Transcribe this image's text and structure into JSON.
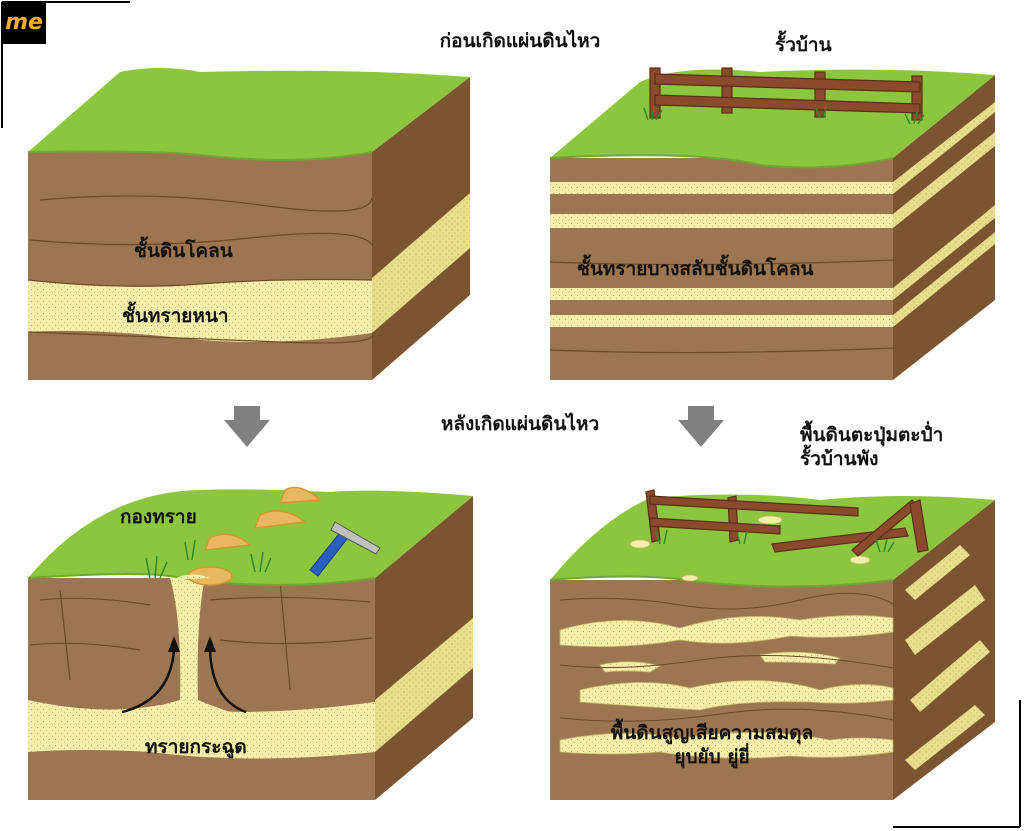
{
  "logo": {
    "text": "me"
  },
  "labels": {
    "before_title": "ก่อนเกิดแผ่นดินไหว",
    "after_title": "หลังเกิดแผ่นดินไหว",
    "fence": "รั้วบ้าน",
    "mud_layer": "ชั้นดินโคลน",
    "thick_sand": "ชั้นทรายหนา",
    "thin_sand_alt": "ชั้นทรายบางสลับชั้นดินโคลน",
    "sand_pile": "กองทราย",
    "sand_boil": "ทรายกระฉูด",
    "ground_bumpy_1": "พื้นดินตะปุ่มตะป่ำ",
    "ground_bumpy_2": "รั้วบ้านพัง",
    "lost_balance_1": "พื้นดินสูญเสียความสมดุล",
    "lost_balance_2": "ยุบยับ ยู่ยี่"
  },
  "colors": {
    "grass": "#8cc63f",
    "grass_dark": "#6ea832",
    "soil": "#9c7650",
    "soil_side": "#7a5530",
    "sand": "#f5eeaa",
    "sand_side": "#e8dd8a",
    "arrow": "#808080",
    "fence": "#8b4a2b",
    "sand_pile": "#e9b760",
    "hammer_handle": "#2a5fc0"
  }
}
